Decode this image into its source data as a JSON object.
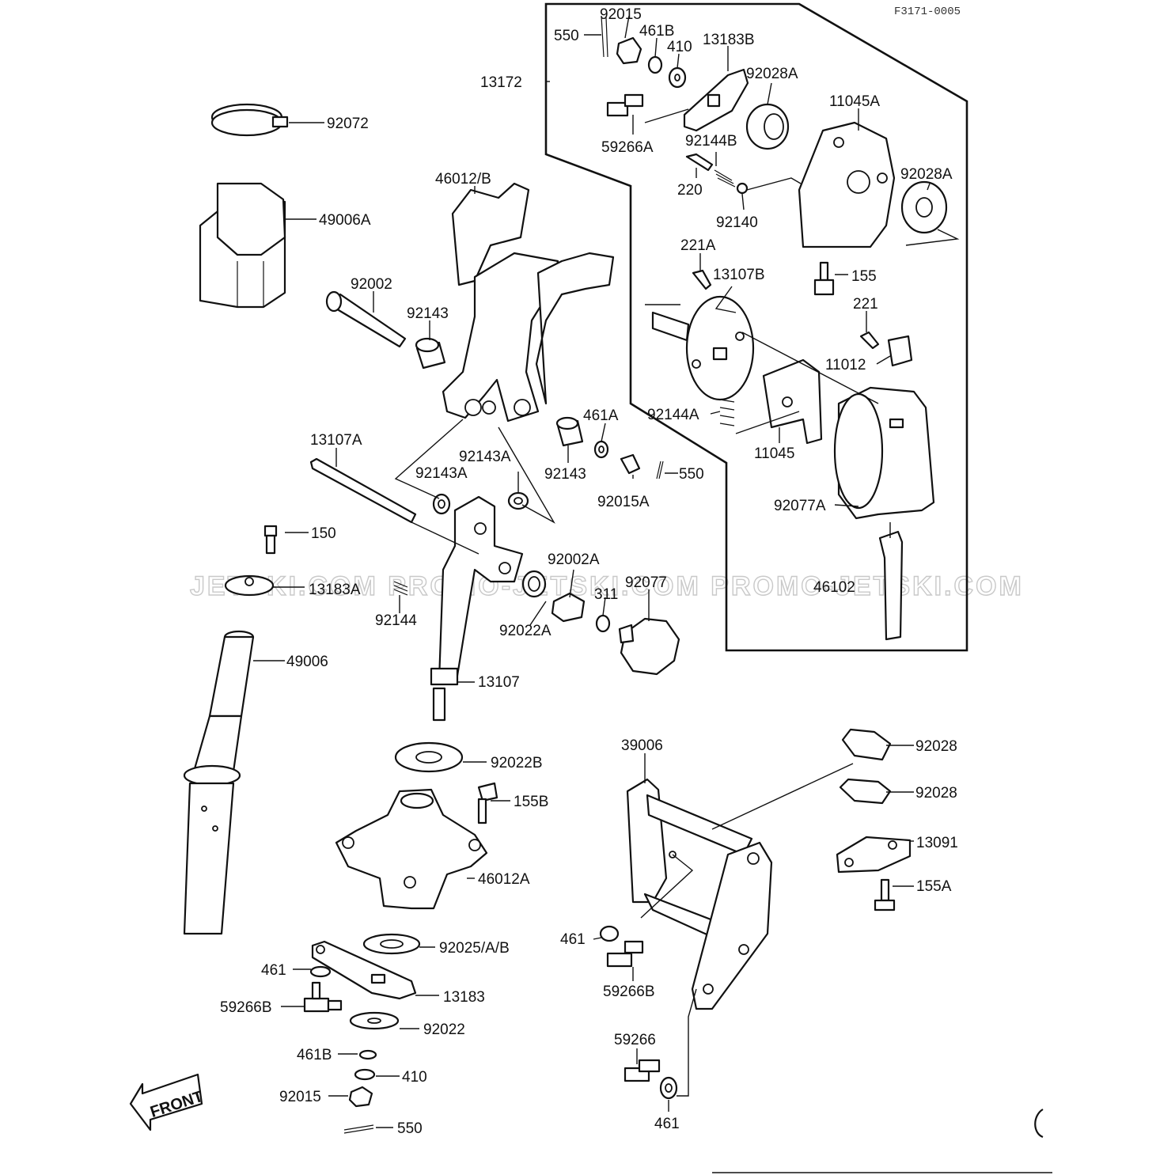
{
  "drawing_code": "F3171-0005",
  "watermark": "JETSKI.COM PROMO-JETSKI.COM PROMO-JETSKI.COM",
  "front_label": "FRONT",
  "labels": [
    {
      "id": "p92015-top",
      "text": "92015"
    },
    {
      "id": "p550-top",
      "text": "550"
    },
    {
      "id": "p461B-top",
      "text": "461B"
    },
    {
      "id": "p410-top",
      "text": "410"
    },
    {
      "id": "p13183B",
      "text": "13183B"
    },
    {
      "id": "p92028A-top",
      "text": "92028A"
    },
    {
      "id": "p13172",
      "text": "13172"
    },
    {
      "id": "p11045A",
      "text": "11045A"
    },
    {
      "id": "p59266A",
      "text": "59266A"
    },
    {
      "id": "p92144B",
      "text": "92144B"
    },
    {
      "id": "p92028A-right",
      "text": "92028A"
    },
    {
      "id": "p220",
      "text": "220"
    },
    {
      "id": "p92140",
      "text": "92140"
    },
    {
      "id": "p92072",
      "text": "92072"
    },
    {
      "id": "p46012B",
      "text": "46012/B"
    },
    {
      "id": "p49006A",
      "text": "49006A"
    },
    {
      "id": "p221A",
      "text": "221A"
    },
    {
      "id": "p13107B",
      "text": "13107B"
    },
    {
      "id": "p155",
      "text": "155"
    },
    {
      "id": "p92002",
      "text": "92002"
    },
    {
      "id": "p221",
      "text": "221"
    },
    {
      "id": "p92143-left",
      "text": "92143"
    },
    {
      "id": "p11012",
      "text": "11012"
    },
    {
      "id": "p461A",
      "text": "461A"
    },
    {
      "id": "p92144A",
      "text": "92144A"
    },
    {
      "id": "p13107A",
      "text": "13107A"
    },
    {
      "id": "p11045",
      "text": "11045"
    },
    {
      "id": "p92143A-right",
      "text": "92143A"
    },
    {
      "id": "p92143A-left",
      "text": "92143A"
    },
    {
      "id": "p92143-mid",
      "text": "92143"
    },
    {
      "id": "p550-mid",
      "text": "550"
    },
    {
      "id": "p92015A",
      "text": "92015A"
    },
    {
      "id": "p92077A",
      "text": "92077A"
    },
    {
      "id": "p150",
      "text": "150"
    },
    {
      "id": "p92002A",
      "text": "92002A"
    },
    {
      "id": "p13183A",
      "text": "13183A"
    },
    {
      "id": "p92077",
      "text": "92077"
    },
    {
      "id": "p311",
      "text": "311"
    },
    {
      "id": "p46102",
      "text": "46102"
    },
    {
      "id": "p92144",
      "text": "92144"
    },
    {
      "id": "p92022A",
      "text": "92022A"
    },
    {
      "id": "p49006",
      "text": "49006"
    },
    {
      "id": "p13107",
      "text": "13107"
    },
    {
      "id": "p39006",
      "text": "39006"
    },
    {
      "id": "p92028-a",
      "text": "92028"
    },
    {
      "id": "p92022B",
      "text": "92022B"
    },
    {
      "id": "p92028-b",
      "text": "92028"
    },
    {
      "id": "p155B",
      "text": "155B"
    },
    {
      "id": "p13091",
      "text": "13091"
    },
    {
      "id": "p46012A",
      "text": "46012A"
    },
    {
      "id": "p155A",
      "text": "155A"
    },
    {
      "id": "p461-mid",
      "text": "461"
    },
    {
      "id": "p92025AB",
      "text": "92025/A/B"
    },
    {
      "id": "p461-left",
      "text": "461"
    },
    {
      "id": "p59266B-right",
      "text": "59266B"
    },
    {
      "id": "p13183",
      "text": "13183"
    },
    {
      "id": "p59266B-left",
      "text": "59266B"
    },
    {
      "id": "p92022",
      "text": "92022"
    },
    {
      "id": "p59266",
      "text": "59266"
    },
    {
      "id": "p461B-bottom",
      "text": "461B"
    },
    {
      "id": "p410-bottom",
      "text": "410"
    },
    {
      "id": "p92015-bottom",
      "text": "92015"
    },
    {
      "id": "p461-bottom",
      "text": "461"
    },
    {
      "id": "p550-bottom",
      "text": "550"
    }
  ]
}
